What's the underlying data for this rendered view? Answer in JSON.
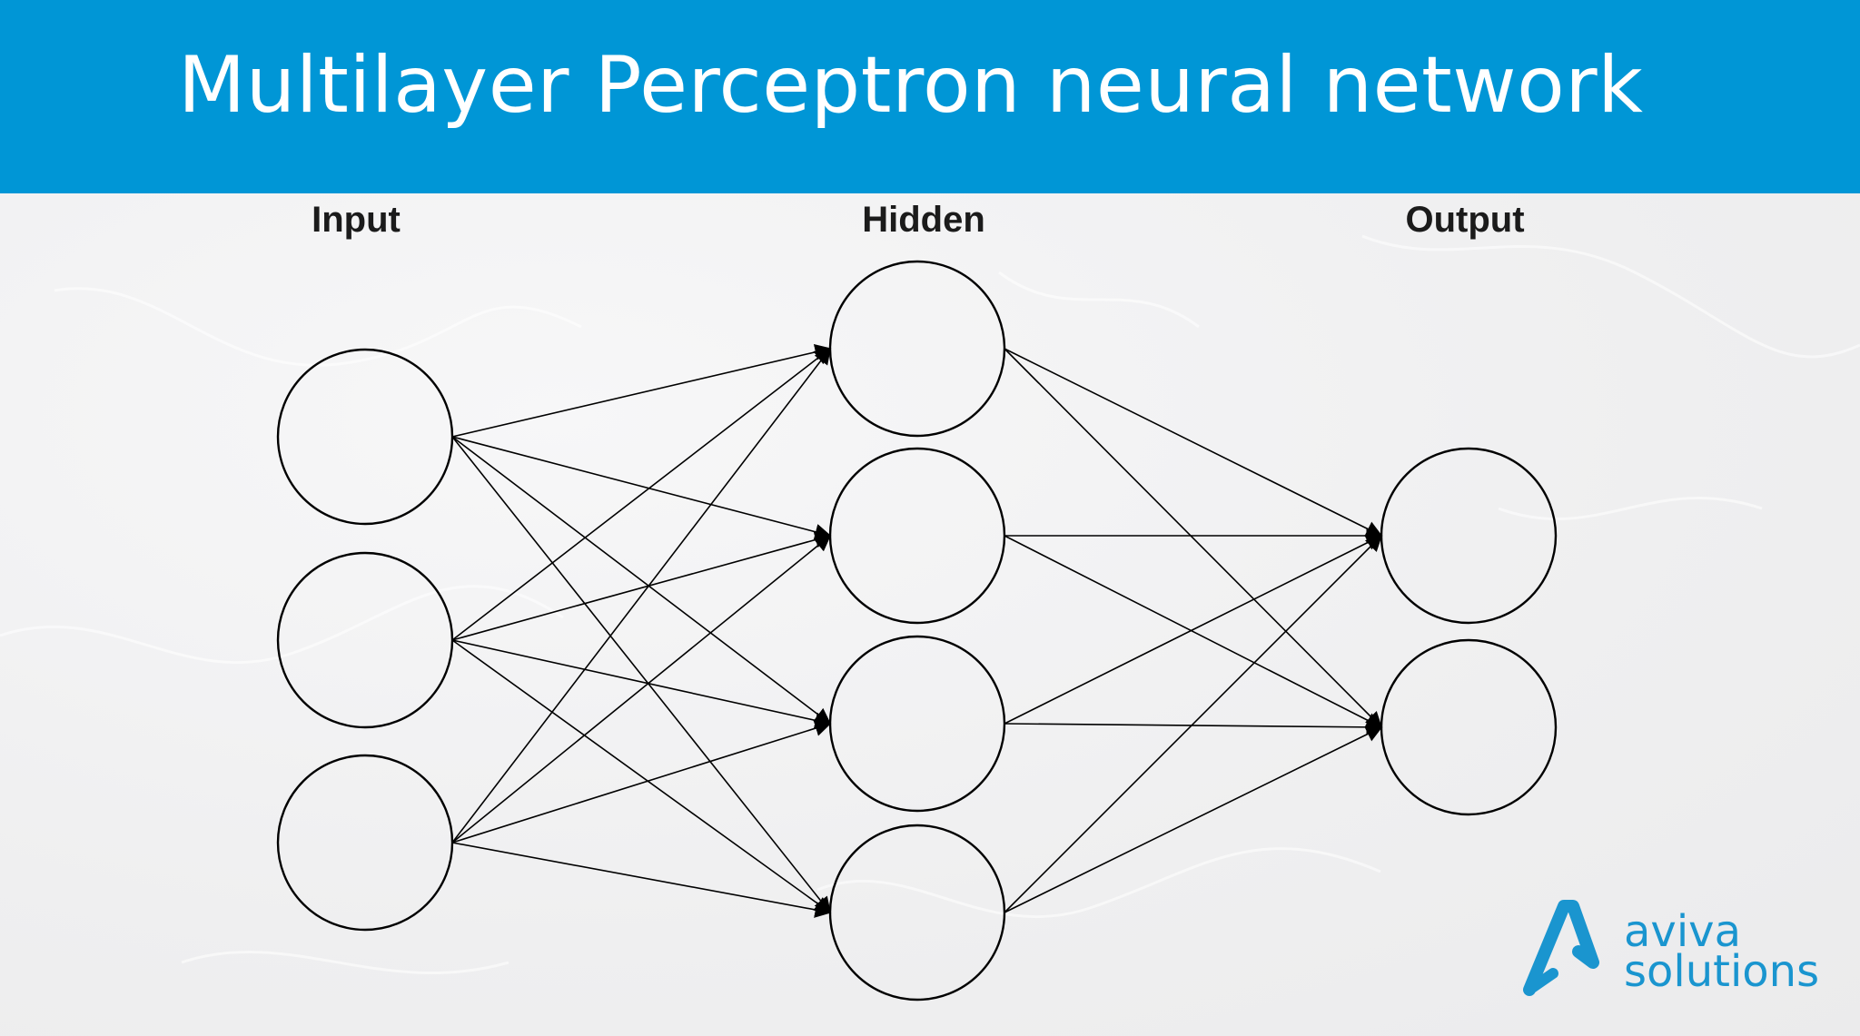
{
  "title": "Multilayer Perceptron neural network",
  "layers": {
    "input": {
      "label": "Input",
      "nodes": 3
    },
    "hidden": {
      "label": "Hidden",
      "nodes": 4
    },
    "output": {
      "label": "Output",
      "nodes": 2
    }
  },
  "logo": {
    "line1": "aviva",
    "line2": "solutions",
    "icon": "aviva-a-logo-icon"
  },
  "colors": {
    "header": "#0096d6",
    "brand": "#1a95cf",
    "node_stroke": "#000000",
    "background": "#f3f3f4"
  }
}
